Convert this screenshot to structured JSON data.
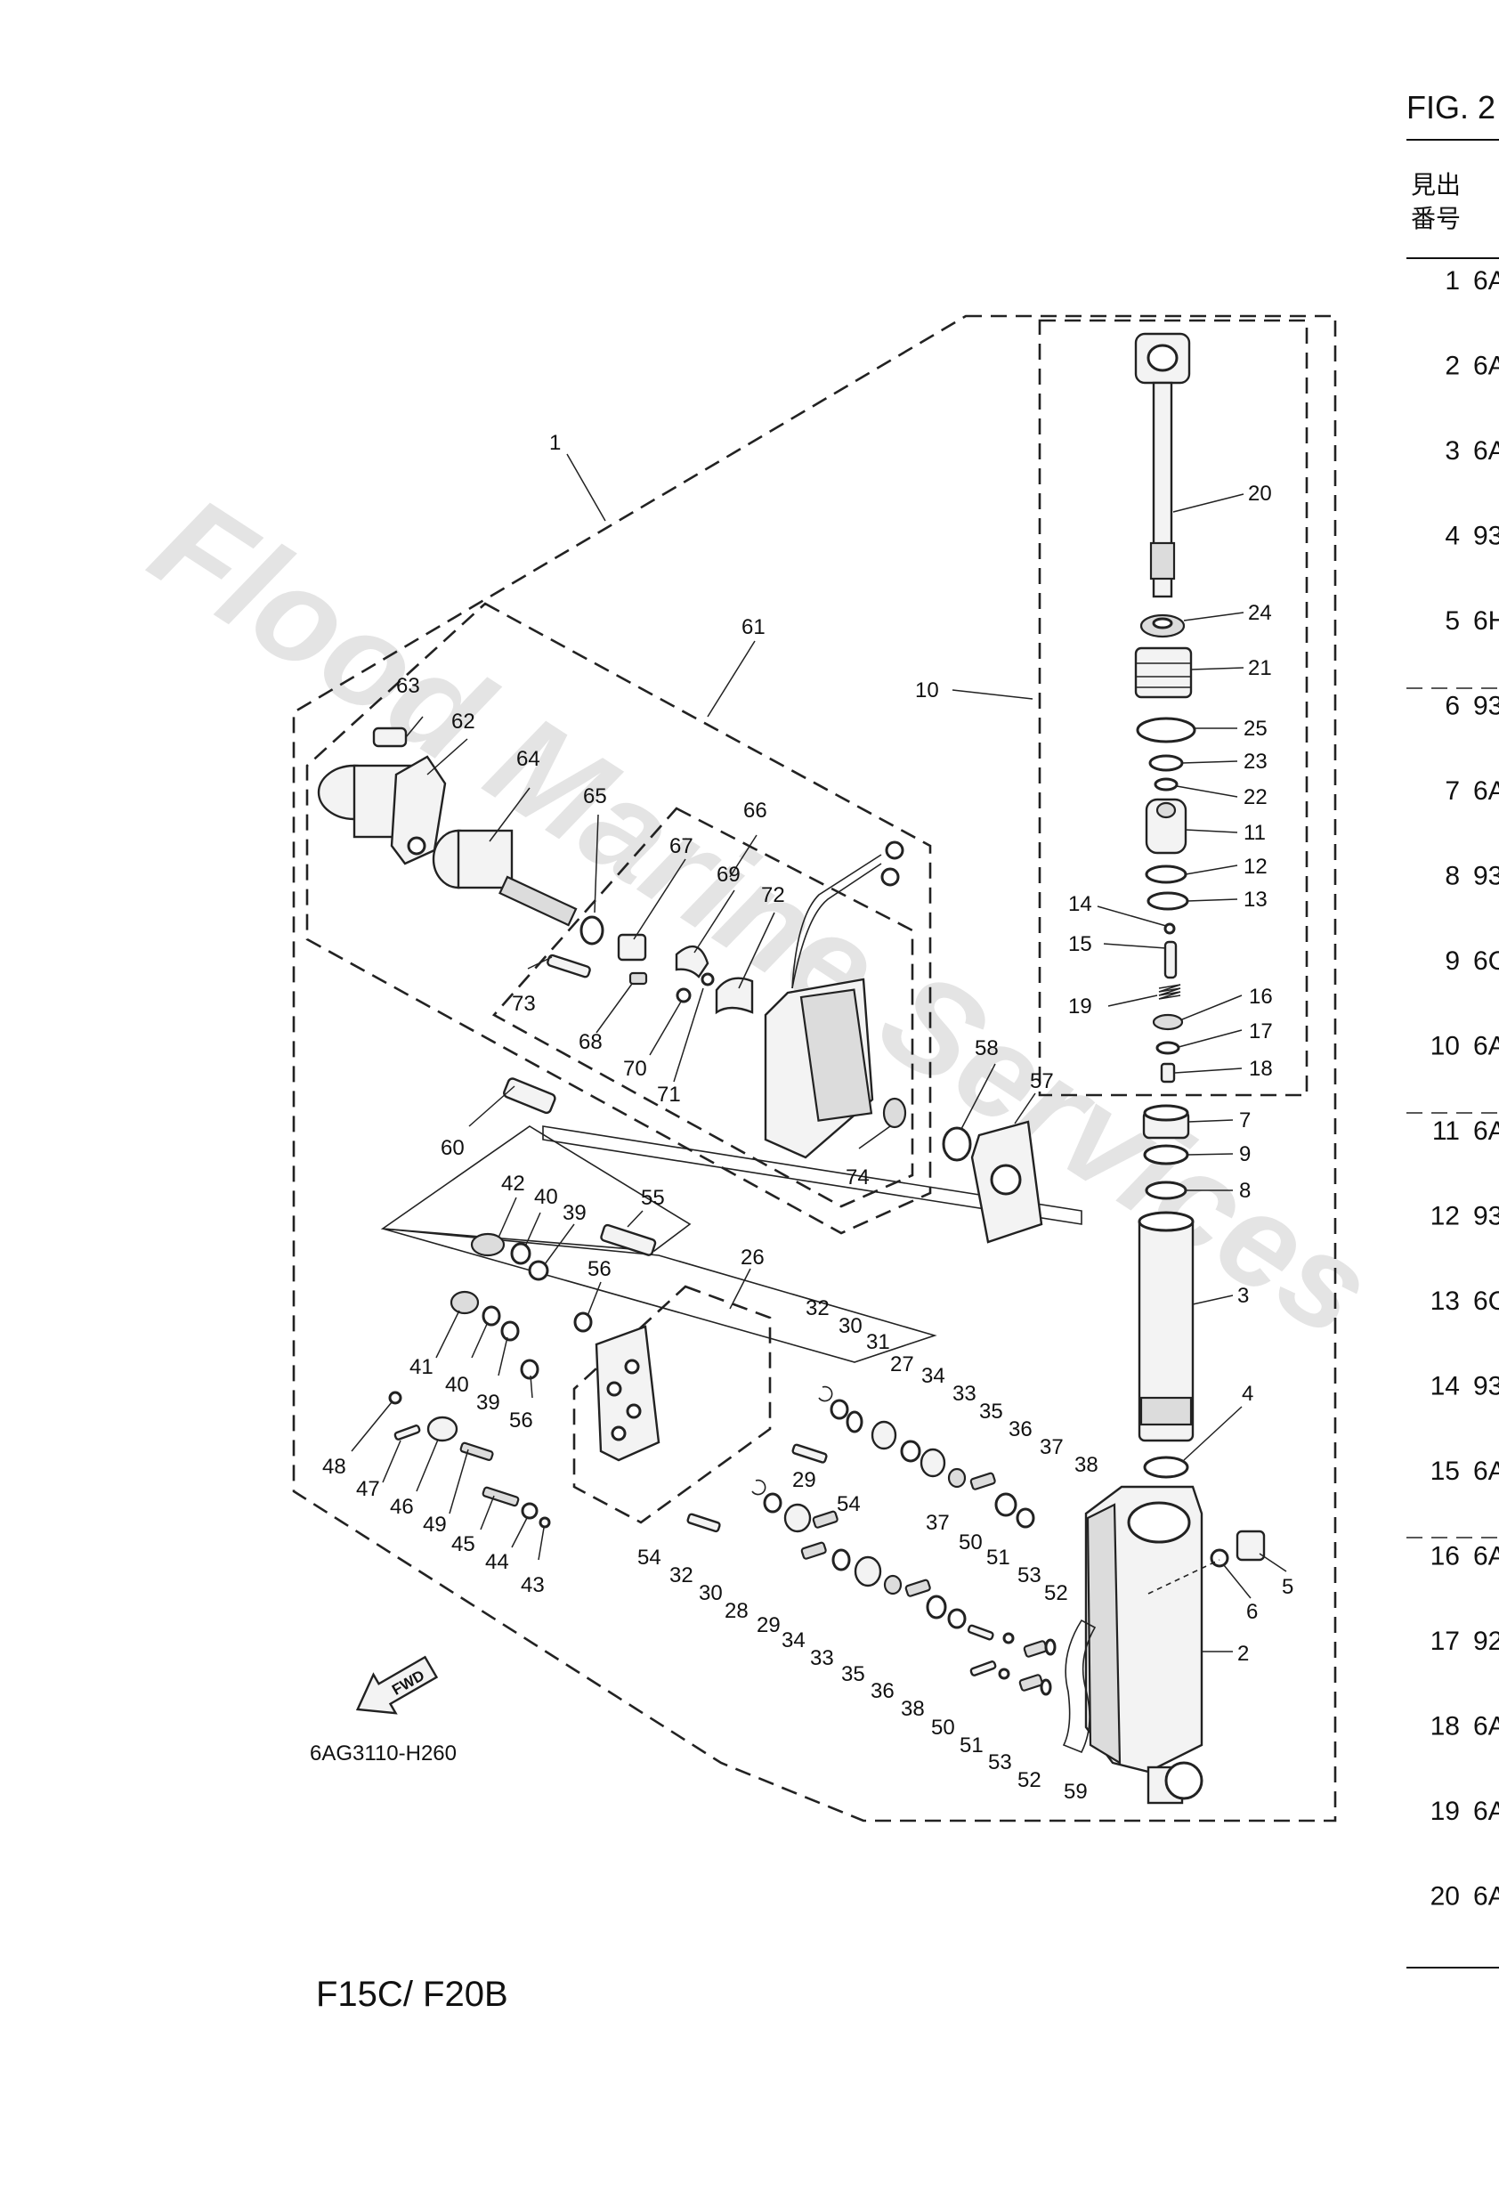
{
  "figure": {
    "title_fragment": "FIG. 2",
    "diagram_code": "6AG3110-H260",
    "model": "F15C/ F20B",
    "fwd_label": "FWD"
  },
  "table": {
    "header_lines": [
      "見出",
      "番号"
    ],
    "rows": [
      {
        "no": "1",
        "code": "6A"
      },
      {
        "no": "2",
        "code": "6A"
      },
      {
        "no": "3",
        "code": "6A"
      },
      {
        "no": "4",
        "code": "93"
      },
      {
        "no": "5",
        "code": "6H"
      },
      {
        "no": "6",
        "code": "93"
      },
      {
        "no": "7",
        "code": "6A"
      },
      {
        "no": "8",
        "code": "93"
      },
      {
        "no": "9",
        "code": "6C"
      },
      {
        "no": "10",
        "code": "6A"
      },
      {
        "no": "11",
        "code": "6A"
      },
      {
        "no": "12",
        "code": "93"
      },
      {
        "no": "13",
        "code": "6C"
      },
      {
        "no": "14",
        "code": "93"
      },
      {
        "no": "15",
        "code": "6A"
      },
      {
        "no": "16",
        "code": "6A"
      },
      {
        "no": "17",
        "code": "92"
      },
      {
        "no": "18",
        "code": "6A"
      },
      {
        "no": "19",
        "code": "6A"
      },
      {
        "no": "20",
        "code": "6A"
      }
    ]
  },
  "watermark": "Flood Marine Services",
  "callouts": [
    "1",
    "2",
    "3",
    "4",
    "5",
    "6",
    "7",
    "8",
    "9",
    "10",
    "11",
    "12",
    "13",
    "14",
    "15",
    "16",
    "17",
    "18",
    "19",
    "20",
    "21",
    "22",
    "23",
    "24",
    "25",
    "26",
    "27",
    "28",
    "29",
    "29",
    "30",
    "30",
    "31",
    "32",
    "32",
    "33",
    "33",
    "34",
    "34",
    "35",
    "35",
    "36",
    "36",
    "37",
    "37",
    "38",
    "38",
    "39",
    "39",
    "40",
    "40",
    "41",
    "42",
    "43",
    "44",
    "45",
    "46",
    "47",
    "48",
    "49",
    "50",
    "50",
    "51",
    "51",
    "52",
    "52",
    "53",
    "53",
    "54",
    "54",
    "55",
    "56",
    "56",
    "57",
    "58",
    "59",
    "60",
    "61",
    "62",
    "63",
    "64",
    "65",
    "66",
    "67",
    "68",
    "69",
    "70",
    "71",
    "72",
    "73",
    "74"
  ],
  "colors": {
    "line": "#222222",
    "watermark": "#cfcfcf",
    "background": "#ffffff"
  }
}
